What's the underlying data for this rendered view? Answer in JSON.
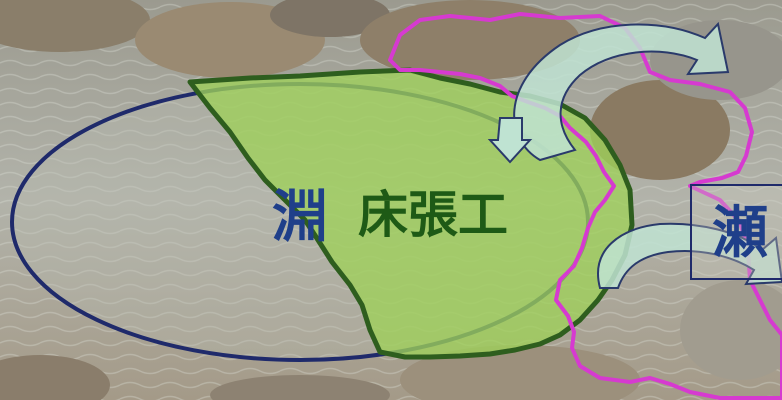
{
  "labels": {
    "fuchi": "淵",
    "tokobari": "床張工",
    "se": "瀬"
  },
  "colors": {
    "pool_outline": "#1f2a6b",
    "pool_label": "#1f3f8a",
    "bed_fill": "#9fd15a",
    "bed_outline": "#2e5e1e",
    "bed_label": "#1e5a16",
    "boulder_outline": "#d63ad0",
    "arrow_fill": "#bfe3d2",
    "arrow_outline": "#2a3a6b",
    "se_label": "#1f3f8a",
    "water": "#a7a89d",
    "rock": "#8b7a66"
  }
}
